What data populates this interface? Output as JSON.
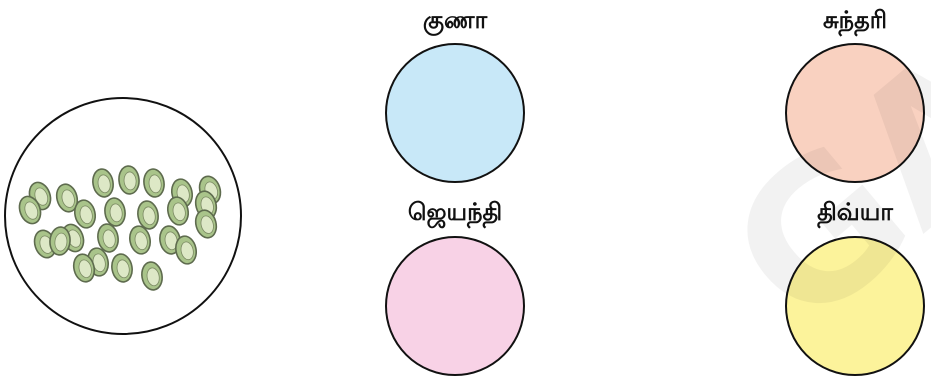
{
  "bowl": {
    "seed_count": 25,
    "seed_color": "#a9c48a",
    "seed_outline": "#5e6b4e"
  },
  "children": [
    {
      "name": "குணா",
      "circle_color": "#c8e8f8"
    },
    {
      "name": "சுந்தரி",
      "circle_color": "#f9d1c0"
    },
    {
      "name": "ஜெயந்தி",
      "circle_color": "#f8d2e6"
    },
    {
      "name": "திவ்யா",
      "circle_color": "#fcf39b"
    }
  ],
  "watermark": "GA"
}
